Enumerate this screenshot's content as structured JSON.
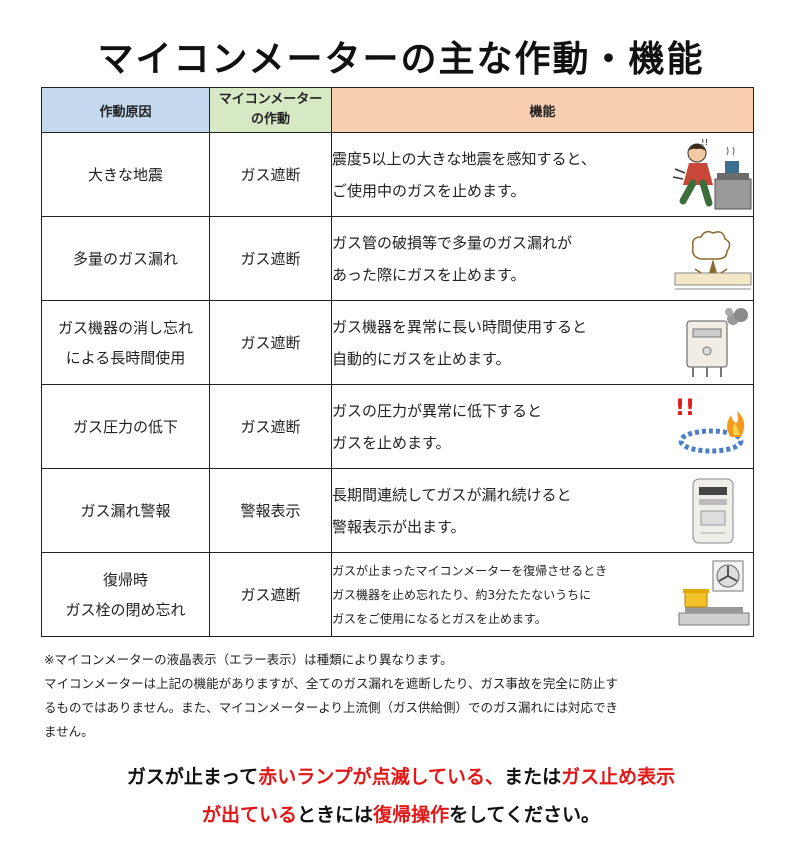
{
  "title": "マイコンメーターの主な作動・機能",
  "table": {
    "headers": {
      "cause": "作動原因",
      "action_line1": "マイコンメーター",
      "action_line2": "の作動",
      "function": "機能"
    },
    "rows": [
      {
        "cause_line1": "大きな地震",
        "cause_line2": "",
        "action": "ガス遮断",
        "func_line1": "震度5以上の大きな地震を感知すると、",
        "func_line2": "ご使用中のガスを止めます。",
        "func_line3": "",
        "icon": "earthquake-icon"
      },
      {
        "cause_line1": "多量のガス漏れ",
        "cause_line2": "",
        "action": "ガス遮断",
        "func_line1": "ガス管の破損等で多量のガス漏れが",
        "func_line2": "あった際にガスを止めます。",
        "func_line3": "",
        "icon": "pipe-burst-icon"
      },
      {
        "cause_line1": "ガス機器の消し忘れ",
        "cause_line2": "による長時間使用",
        "action": "ガス遮断",
        "func_line1": "ガス機器を異常に長い時間使用すると",
        "func_line2": "自動的にガスを止めます。",
        "func_line3": "",
        "icon": "water-heater-icon"
      },
      {
        "cause_line1": "ガス圧力の低下",
        "cause_line2": "",
        "action": "ガス遮断",
        "func_line1": "ガスの圧力が異常に低下すると",
        "func_line2": "ガスを止めます。",
        "func_line3": "",
        "icon": "burner-flame-icon"
      },
      {
        "cause_line1": "ガス漏れ警報",
        "cause_line2": "",
        "action": "警報表示",
        "func_line1": "長期間連続してガスが漏れ続けると",
        "func_line2": "警報表示が出ます。",
        "func_line3": "",
        "icon": "gas-meter-icon"
      },
      {
        "cause_line1": "復帰時",
        "cause_line2": "ガス栓の閉め忘れ",
        "action": "ガス遮断",
        "func_line1": "ガスが止まったマイコンメーターを復帰させるとき",
        "func_line2": "ガス機器を止め忘れたり、約3分たたないうちに",
        "func_line3": "ガスをご使用になるとガスを止めます。",
        "icon": "stove-pot-icon"
      }
    ]
  },
  "notes": {
    "line1": "※マイコンメーターの液晶表示（エラー表示）は種類により異なります。",
    "line2": "マイコンメーターは上記の機能がありますが、全てのガス漏れを遮断したり、ガス事故を完全に防止す",
    "line3": "るものではありません。また、マイコンメーターより上流側（ガス供給側）でのガス漏れには対応でき",
    "line4": "ません。"
  },
  "bottom": {
    "l1_a": "ガスが止まって",
    "l1_b": "赤いランプが点滅している、",
    "l1_c": "または",
    "l1_d": "ガス止め表示",
    "l2_a": "が出ている",
    "l2_b": "ときには",
    "l2_c": "復帰操作",
    "l2_d": "をしてください。"
  },
  "colors": {
    "header_cause": "#c5d9ef",
    "header_action": "#d7e8c4",
    "header_function": "#f7ceb0",
    "emphasis_red": "#e01818"
  }
}
